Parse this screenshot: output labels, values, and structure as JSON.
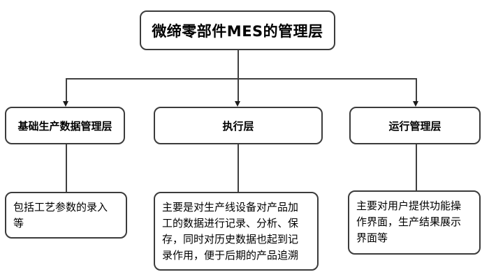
{
  "diagram": {
    "title_box": {
      "label": "微缔零部件MES的管理层"
    },
    "layer_boxes": [
      {
        "id": "basic-production-data",
        "label": "基础生产数据管理层"
      },
      {
        "id": "execution",
        "label": "执行层"
      },
      {
        "id": "operation-management",
        "label": "运行管理层"
      }
    ],
    "description_boxes": [
      {
        "for": "基础生产数据管理层",
        "lines": [
          "包括工艺参数的录入",
          "等"
        ]
      },
      {
        "for": "执行层",
        "lines": [
          "主要是对生产线设备对产品加",
          "工的数据进行记录、分析、保",
          "存，同时对历史数据也起到记",
          "录作用，便于后期的产品追溯"
        ]
      },
      {
        "for": "运行管理层",
        "lines": [
          "主要对用户提供功能操",
          "作界面，生产结果展示",
          "界面等"
        ]
      }
    ],
    "colors": {
      "background": "#ffffff",
      "box_fill": "#ffffff",
      "box_border": "#3b3b3b",
      "connector": "#3f3f3f",
      "text": "#000000"
    }
  }
}
